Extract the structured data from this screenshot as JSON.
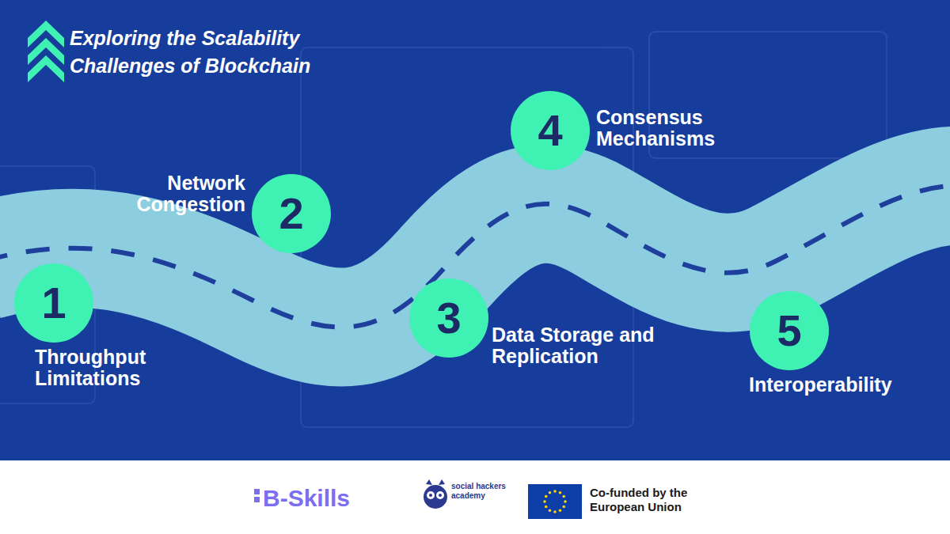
{
  "diagram": {
    "title": "Exploring the Scalability Challenges of Blockchain",
    "nodes": [
      {
        "text": [
          "1",
          "Throughput Limitations"
        ]
      },
      {
        "text": [
          "2",
          "Network Congestion"
        ]
      },
      {
        "text": [
          "3",
          "Data Storage and Replication"
        ]
      },
      {
        "text": [
          "4",
          "Consensus Mechanisms"
        ]
      },
      {
        "text": [
          "5",
          "Interoperability"
        ]
      }
    ],
    "labels": [
      "B-Skills",
      "social hackers academy",
      "Co-funded by the European Union"
    ]
  }
}
